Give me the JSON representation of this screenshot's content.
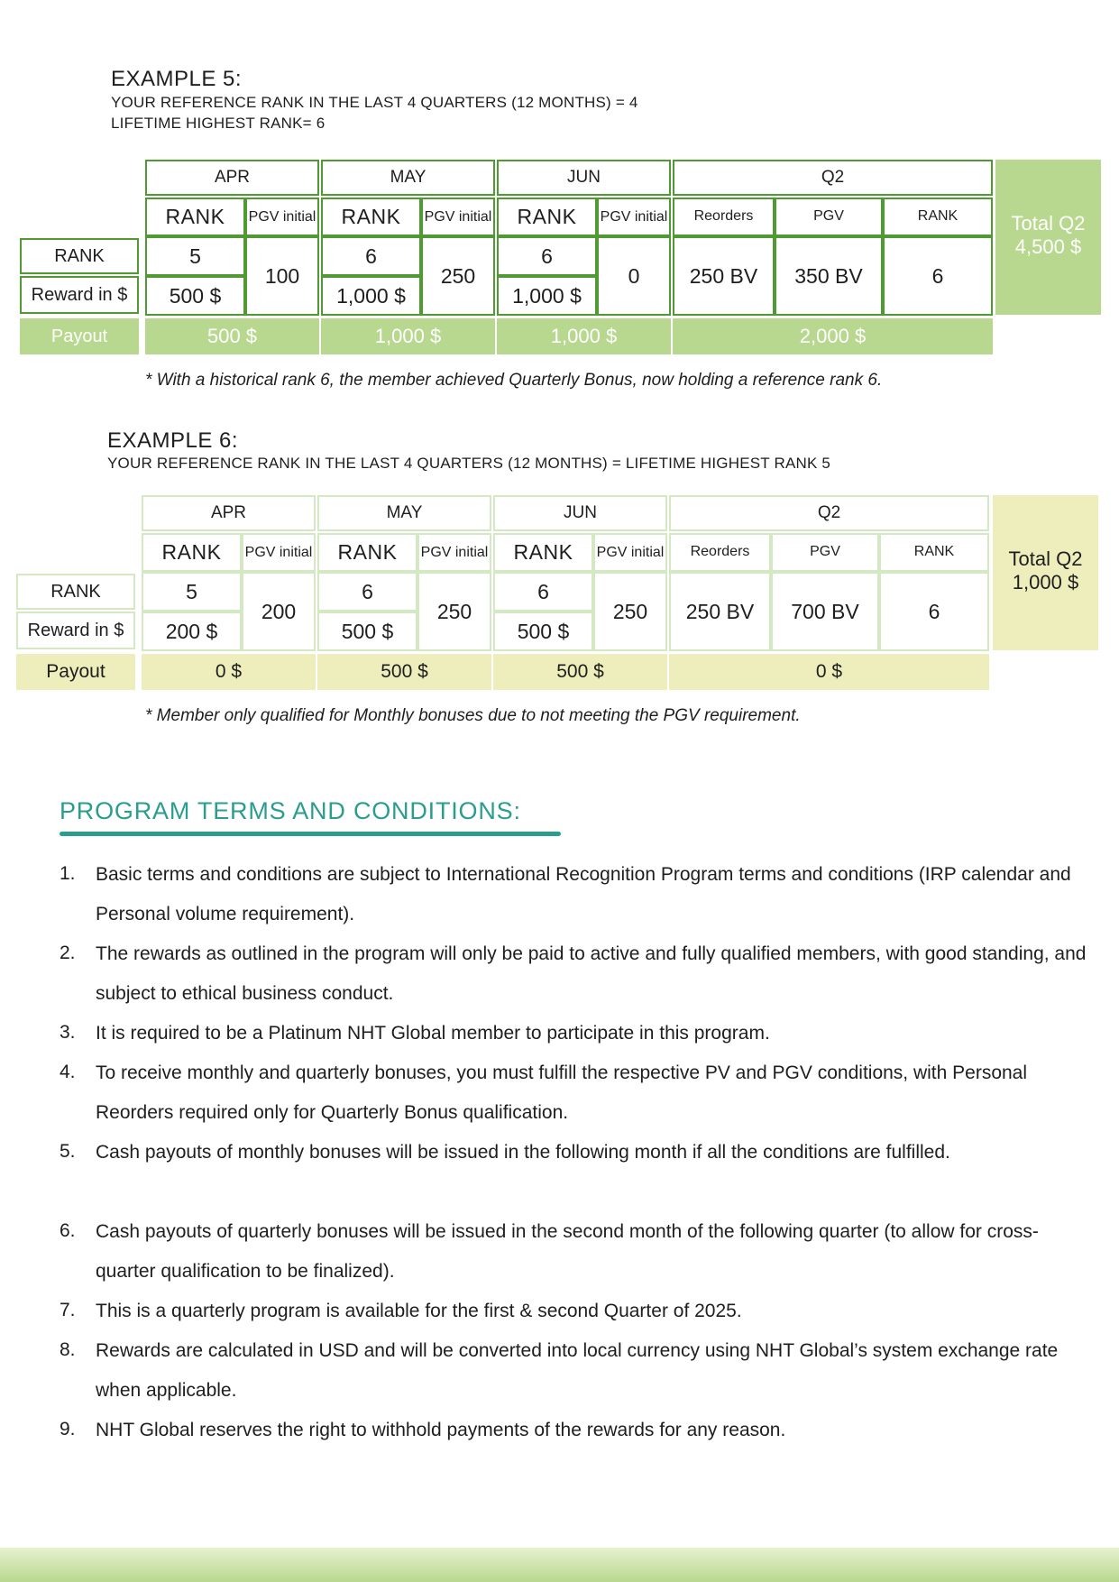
{
  "example5": {
    "title": "EXAMPLE 5:",
    "line1": "YOUR REFERENCE RANK IN THE LAST 4 QUARTERS (12 MONTHS)  = 4",
    "line2": "LIFETIME HIGHEST RANK= 6",
    "months": [
      {
        "name": "APR",
        "rank_header": "RANK",
        "pgv_header": "PGV initial",
        "rank": "5",
        "reward": "500 $",
        "pgv": "100",
        "payout": "500 $"
      },
      {
        "name": "MAY",
        "rank_header": "RANK",
        "pgv_header": "PGV initial",
        "rank": "6",
        "reward": "1,000 $",
        "pgv": "250",
        "payout": "1,000 $"
      },
      {
        "name": "JUN",
        "rank_header": "RANK",
        "pgv_header": "PGV initial",
        "rank": "6",
        "reward": "1,000 $",
        "pgv": "0",
        "payout": "1,000 $"
      }
    ],
    "quarter": {
      "name": "Q2",
      "h_reorders": "Reorders",
      "h_pgv": "PGV",
      "h_rank": "RANK",
      "reorders": "250 BV",
      "pgv": "350 BV",
      "rank": "6",
      "payout": "2,000 $"
    },
    "row_labels": {
      "rank": "RANK",
      "reward": "Reward in $",
      "payout": "Payout"
    },
    "total": {
      "label": "Total Q2",
      "value": "4,500 $"
    },
    "note": "* With a historical rank 6, the member achieved Quarterly Bonus, now holding a reference rank 6."
  },
  "example6": {
    "title": "EXAMPLE 6:",
    "line1": "YOUR REFERENCE RANK IN THE LAST 4 QUARTERS (12 MONTHS) = LIFETIME HIGHEST RANK 5",
    "months": [
      {
        "name": "APR",
        "rank_header": "RANK",
        "pgv_header": "PGV initial",
        "rank": "5",
        "reward": "200 $",
        "pgv": "200",
        "payout": "0 $"
      },
      {
        "name": "MAY",
        "rank_header": "RANK",
        "pgv_header": "PGV initial",
        "rank": "6",
        "reward": "500 $",
        "pgv": "250",
        "payout": "500 $"
      },
      {
        "name": "JUN",
        "rank_header": "RANK",
        "pgv_header": "PGV initial",
        "rank": "6",
        "reward": "500 $",
        "pgv": "250",
        "payout": "500 $"
      }
    ],
    "quarter": {
      "name": "Q2",
      "h_reorders": "Reorders",
      "h_pgv": "PGV",
      "h_rank": "RANK",
      "reorders": "250 BV",
      "pgv": "700 BV",
      "rank": "6",
      "payout": "0 $"
    },
    "row_labels": {
      "rank": "RANK",
      "reward": "Reward in $",
      "payout": "Payout"
    },
    "total": {
      "label": "Total Q2",
      "value": "1,000 $"
    },
    "note": "* Member only qualified for Monthly bonuses due to not meeting the PGV requirement."
  },
  "terms": {
    "title": "PROGRAM TERMS AND CONDITIONS:",
    "items": [
      {
        "num": "1.",
        "text": "Basic terms and conditions are subject to International Recognition Program terms and conditions (IRP calendar and Personal volume requirement)."
      },
      {
        "num": "2.",
        "text": "The rewards as outlined in the program will only be paid to active and fully qualified members, with good standing, and subject to ethical business conduct."
      },
      {
        "num": "3.",
        "text": "It is required to be a Platinum NHT Global member to participate in this program."
      },
      {
        "num": "4.",
        "text": "To receive monthly and quarterly bonuses, you must fulfill the respective PV and PGV conditions, with Personal Reorders required only for Quarterly Bonus qualification."
      },
      {
        "num": "5.",
        "text": "Cash payouts of monthly bonuses will be issued in the following month if all the conditions are fulfilled."
      },
      {
        "num": "6.",
        "text": "Cash payouts of quarterly bonuses will be issued in the second month of the following quarter (to allow for cross-quarter qualification to be finalized)."
      },
      {
        "num": "7.",
        "text": "This is a quarterly program is available for the first & second Quarter of 2025."
      },
      {
        "num": "8.",
        "text": "Rewards are calculated in USD and will be converted into local currency using NHT Global’s system exchange rate when applicable."
      },
      {
        "num": "9.",
        "text": "NHT Global reserves the right to withhold payments of the rewards for any reason."
      }
    ]
  },
  "colors": {
    "example5_border": "#4f9a32",
    "example5_fill": "#b9d88f",
    "example6_border": "#d4e8c3",
    "example6_fill": "#eeeebc",
    "section_accent": "#2a9d8f"
  }
}
